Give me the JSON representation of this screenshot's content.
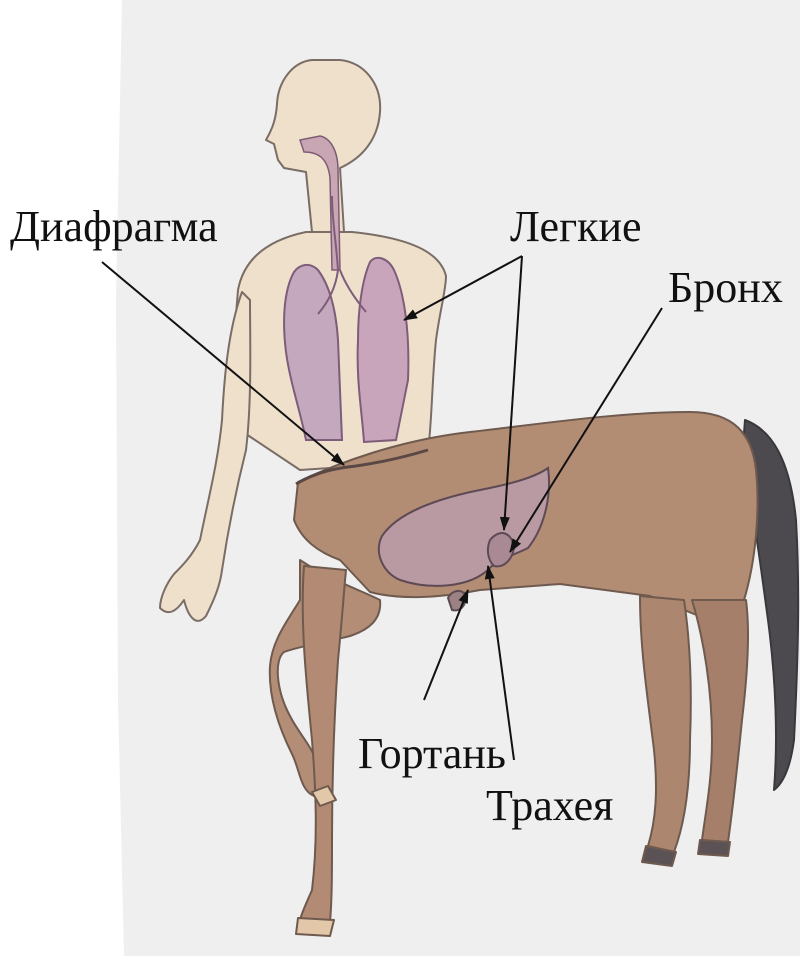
{
  "labels": {
    "diaphragm": "Диафрагма",
    "lungs": "Легкие",
    "bronchus": "Бронх",
    "larynx": "Гортань",
    "trachea": "Трахея"
  },
  "colors": {
    "paper": "#f1f1f0",
    "paper_left": "#ffffff",
    "human_skin": "#ecdcc6",
    "horse_body": "#b48e75",
    "horse_tail": "#4e4c4f",
    "lung_fill": "#bca2b5",
    "lung_outline": "#8e6a8a",
    "pencil": "#6b5e57",
    "pointer_line": "#111111"
  }
}
